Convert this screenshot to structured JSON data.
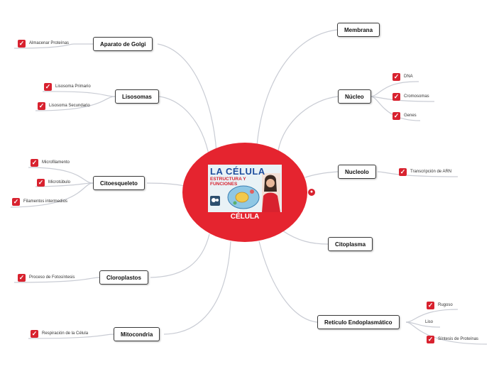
{
  "central": {
    "label": "CÉLULA",
    "image_title_1": "LA CÉLULA",
    "image_title_2": "ESTRUCTURA Y",
    "image_title_3": "FUNCIONES"
  },
  "topics": {
    "aparato_golgi": {
      "label": "Aparato de Golgi",
      "subs": [
        "Almacenar Proteínas"
      ]
    },
    "lisosomas": {
      "label": "Lisosomas",
      "subs": [
        "Lisosoma Primario",
        "Lisosoma Secundario"
      ]
    },
    "citoesqueleto": {
      "label": "Citoesqueleto",
      "subs": [
        "Microfilamento",
        "Microtúbulo",
        "Filamentos intermedios"
      ]
    },
    "cloroplastos": {
      "label": "Cloroplastos",
      "subs": [
        "Proceso de Fotosíntesis"
      ]
    },
    "mitocondria": {
      "label": "Mitocondria",
      "subs": [
        "Respiración de la Célula"
      ]
    },
    "membrana": {
      "label": "Membrana"
    },
    "nucleo": {
      "label": "Núcleo",
      "subs": [
        "DNA",
        "Cromosomas",
        "Genes"
      ]
    },
    "nucleolo": {
      "label": "Nucleolo",
      "subs": [
        "Transcripción de ARN"
      ]
    },
    "citoplasma": {
      "label": "Citoplasma"
    },
    "reticulo": {
      "label": "Retículo Endoplasmático",
      "subs": [
        "Rugoso",
        "Liso",
        "Síntesis de Proteínas"
      ]
    }
  },
  "colors": {
    "central": "#e5242f",
    "checkbox": "#d8222f",
    "connector": "#c9ccd4",
    "topic_border": "#3a3a3a"
  },
  "icons": {
    "task": "checkbox-icon",
    "link": "globe-link-icon"
  }
}
